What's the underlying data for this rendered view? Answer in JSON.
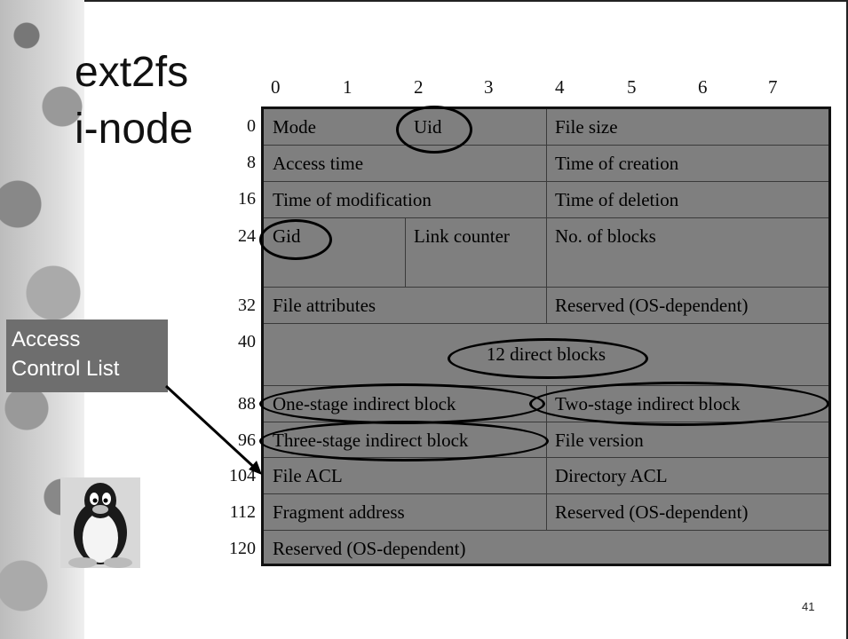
{
  "title": {
    "line1": "ext2fs",
    "line2": "i-node"
  },
  "columns": [
    "0",
    "1",
    "2",
    "3",
    "4",
    "5",
    "6",
    "7"
  ],
  "rows": [
    {
      "offset": "0"
    },
    {
      "offset": "8"
    },
    {
      "offset": "16"
    },
    {
      "offset": "24"
    },
    {
      "offset": "32"
    },
    {
      "offset": "40"
    },
    {
      "offset": "88"
    },
    {
      "offset": "96"
    },
    {
      "offset": "104"
    },
    {
      "offset": "112"
    },
    {
      "offset": "120"
    }
  ],
  "fields": {
    "mode": "Mode",
    "uid": "Uid",
    "file_size": "File size",
    "access_time": "Access time",
    "time_of_creation": "Time of creation",
    "time_of_modification": "Time of modification",
    "time_of_deletion": "Time of deletion",
    "gid": "Gid",
    "link_counter": "Link counter",
    "no_of_blocks": "No. of blocks",
    "file_attributes": "File attributes",
    "reserved_1": "Reserved (OS-dependent)",
    "direct_blocks": "12 direct blocks",
    "one_stage": "One-stage indirect block",
    "two_stage": "Two-stage indirect block",
    "three_stage": "Three-stage indirect block",
    "file_version": "File version",
    "file_acl": "File ACL",
    "directory_acl": "Directory ACL",
    "fragment_address": "Fragment address",
    "reserved_2": "Reserved (OS-dependent)",
    "reserved_3": "Reserved (OS-dependent)"
  },
  "callout": {
    "line1": "Access",
    "line2": "Control List"
  },
  "slide_number": "41",
  "colors": {
    "table_fill": "#7f7f7f",
    "callout_fill": "#6e6e6e",
    "border": "#111111"
  },
  "icons": {
    "penguin": "tux-penguin-icon",
    "arrow": "arrow-icon"
  }
}
